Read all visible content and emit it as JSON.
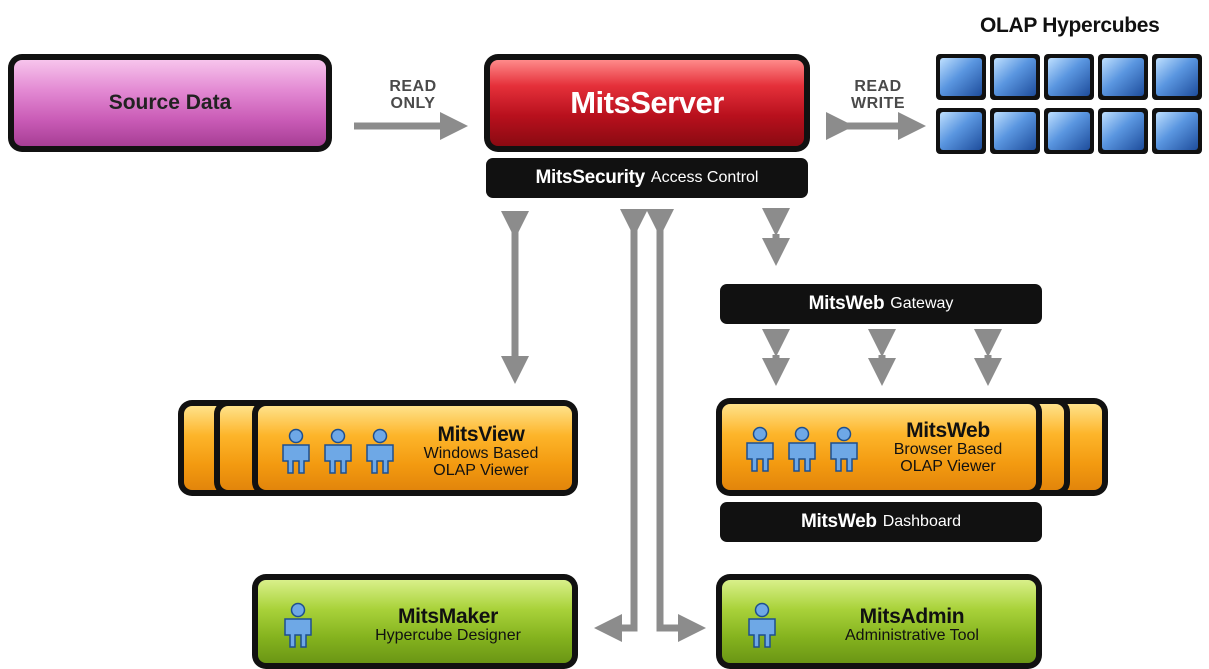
{
  "source": {
    "label": "Source Data"
  },
  "read_only": {
    "line1": "READ",
    "line2": "ONLY"
  },
  "server": {
    "label": "MitsServer"
  },
  "security": {
    "strong": "MitsSecurity",
    "light": "Access Control"
  },
  "read_write": {
    "line1": "READ",
    "line2": "WRITE"
  },
  "cubes": {
    "title": "OLAP Hypercubes"
  },
  "gateway": {
    "strong": "MitsWeb",
    "light": "Gateway"
  },
  "mitsview": {
    "title": "MitsView",
    "line2": "Windows Based",
    "line3": "OLAP Viewer"
  },
  "mitsweb": {
    "title": "MitsWeb",
    "line2": "Browser Based",
    "line3": "OLAP Viewer"
  },
  "dashboard": {
    "strong": "MitsWeb",
    "light": "Dashboard"
  },
  "mitsmaker": {
    "title": "MitsMaker",
    "line2": "Hypercube Designer"
  },
  "mitsadmin": {
    "title": "MitsAdmin",
    "line2": "Administrative Tool"
  },
  "colors": {
    "source": "#d574c4",
    "server": "#c8141f",
    "viewer": "#f7a618",
    "tool": "#92c02a",
    "bar": "#111111",
    "arrow": "#8c8c8c",
    "cube": "#3b6fc4"
  }
}
